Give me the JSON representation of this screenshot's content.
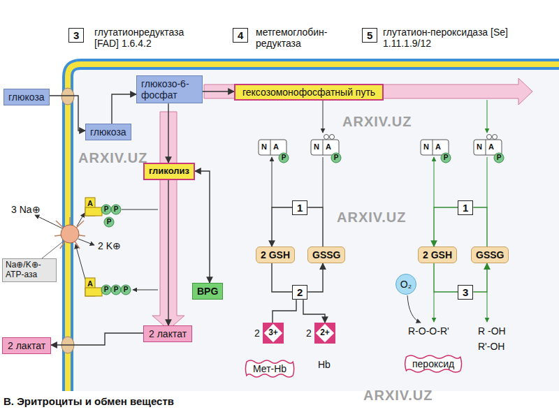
{
  "diagram": {
    "caption": "В. Эритроциты и обмен веществ",
    "nodes": [
      {
        "text": [
          "3"
        ]
      },
      {
        "text": [
          "4"
        ]
      },
      {
        "text": [
          "5"
        ]
      },
      {
        "text": [
          "глюкоза"
        ]
      },
      {
        "text": [
          "глюкоза"
        ]
      },
      {
        "text": [
          "глюкозо-6-фосфат"
        ]
      },
      {
        "text": [
          "гексозомонофосфатный путь"
        ]
      },
      {
        "text": [
          "гликолиз"
        ]
      },
      {
        "text": [
          "Na⊕/K⊕-ATP-аза"
        ]
      },
      {
        "text": [
          "BPG"
        ]
      },
      {
        "text": [
          "2 лактат"
        ]
      },
      {
        "text": [
          "2 лактат"
        ]
      },
      {
        "text": [
          "1"
        ]
      },
      {
        "text": [
          "2 GSH"
        ]
      },
      {
        "text": [
          "GSSG"
        ]
      },
      {
        "text": [
          "2"
        ]
      },
      {
        "text": [
          "3+"
        ]
      },
      {
        "text": [
          "2+"
        ]
      },
      {
        "text": [
          "Мет-Hb"
        ]
      },
      {
        "text": [
          "1"
        ]
      },
      {
        "text": [
          "2 GSH"
        ]
      },
      {
        "text": [
          "GSSG"
        ]
      },
      {
        "text": [
          "3"
        ]
      },
      {
        "text": [
          "O₂"
        ]
      },
      {
        "text": [
          "пероксид"
        ]
      }
    ],
    "edges": [
      {
        "from": 3,
        "to": 4,
        "arrow": "to"
      },
      {
        "from": 4,
        "to": 5,
        "arrow": "to"
      },
      {
        "from": 5,
        "to": 6,
        "arrow": "to"
      },
      {
        "from": 5,
        "to": 7,
        "arrow": "to"
      },
      {
        "from": 7,
        "to": 10,
        "arrow": "to"
      },
      {
        "from": 10,
        "to": 11,
        "arrow": "to"
      },
      {
        "from": 7,
        "to": 9,
        "arrow": "both"
      },
      {
        "from": 14,
        "to": 12,
        "arrow": "none"
      },
      {
        "from": 12,
        "to": 13,
        "arrow": "to"
      },
      {
        "from": 13,
        "to": 15,
        "arrow": "none"
      },
      {
        "from": 15,
        "to": 14,
        "arrow": "to"
      },
      {
        "from": 16,
        "to": 15,
        "arrow": "none"
      },
      {
        "from": 15,
        "to": 17,
        "arrow": "to"
      },
      {
        "from": 21,
        "to": 19,
        "arrow": "none"
      },
      {
        "from": 19,
        "to": 20,
        "arrow": "to"
      },
      {
        "from": 20,
        "to": 22,
        "arrow": "none"
      },
      {
        "from": 22,
        "to": 21,
        "arrow": "to"
      }
    ],
    "labels": [
      "глутатионредуктаза [FAD] 1.6.4.2",
      "метгемоглобин-редуктаза",
      "глутатион-пероксидаза [Se] 1.11.1.9/12",
      "3 Na⊕",
      "2 K⊕",
      "N",
      "A",
      "P",
      "N",
      "A",
      "P",
      "N",
      "A",
      "P",
      "N",
      "A",
      "P",
      "A",
      "P",
      "P",
      "P",
      "A",
      "P",
      "P",
      "P",
      "2",
      "2",
      "Hb",
      "R-O-O-R'",
      "R -OH",
      "R'-OH",
      "ARXIV.UZ",
      "ARXIV.UZ",
      "ARXIV.UZ",
      "ARXIV.UZ"
    ]
  }
}
